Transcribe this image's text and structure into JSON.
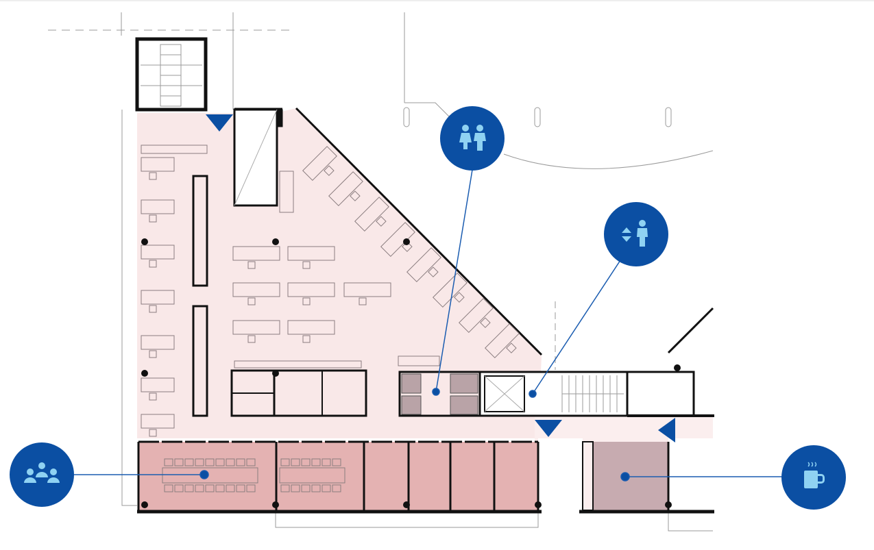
{
  "colors": {
    "callout_fill": "#0b4fa3",
    "callout_glyph": "#8fd2f2",
    "leader_line": "#1a5cb0",
    "open_office": "#f9e8e8",
    "meeting_rooms": "#e4b2b2",
    "corridor": "#fbeeee",
    "kitchen": "#c7abb0",
    "restroom_cubicles": "#b9a3a7",
    "walls": "#111111"
  },
  "callouts": [
    {
      "icon": "restroom-icon",
      "target": "restrooms"
    },
    {
      "icon": "elevator-icon",
      "target": "elevator-core"
    },
    {
      "icon": "meeting-room-icon",
      "target": "meeting-room"
    },
    {
      "icon": "coffee-icon",
      "target": "kitchen"
    }
  ],
  "entrances": [
    "entrance-north",
    "entrance-core",
    "entrance-east"
  ]
}
